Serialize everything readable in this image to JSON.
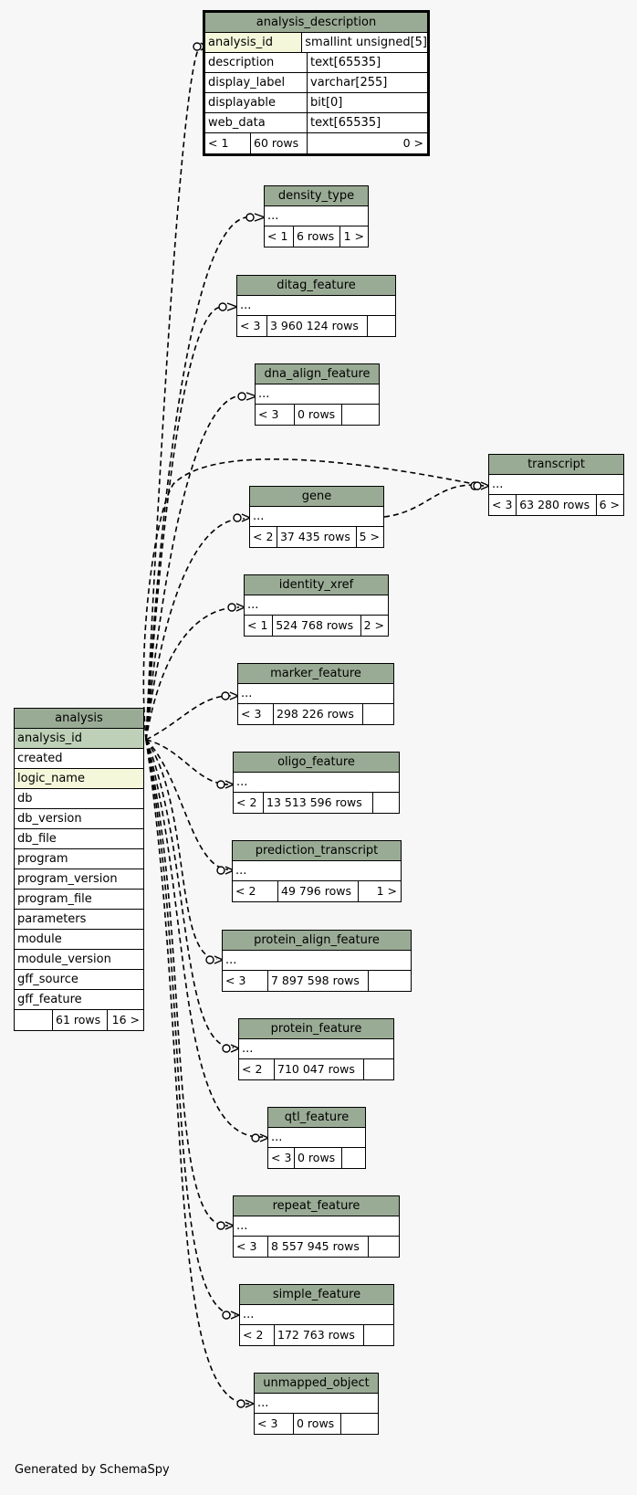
{
  "tables": {
    "analysis_description": {
      "name": "analysis_description",
      "columns": [
        {
          "name": "analysis_id",
          "type": "smallint unsigned[5]"
        },
        {
          "name": "description",
          "type": "text[65535]"
        },
        {
          "name": "display_label",
          "type": "varchar[255]"
        },
        {
          "name": "displayable",
          "type": "bit[0]"
        },
        {
          "name": "web_data",
          "type": "text[65535]"
        }
      ],
      "parents": "< 1",
      "rows": "60 rows",
      "children": "0 >"
    },
    "density_type": {
      "name": "density_type",
      "placeholder": "...",
      "parents": "< 1",
      "rows": "6 rows",
      "children": "1 >"
    },
    "ditag_feature": {
      "name": "ditag_feature",
      "placeholder": "...",
      "parents": "< 3",
      "rows": "3 960 124 rows",
      "children": ""
    },
    "dna_align_feature": {
      "name": "dna_align_feature",
      "placeholder": "...",
      "parents": "< 3",
      "rows": "0 rows",
      "children": ""
    },
    "transcript": {
      "name": "transcript",
      "placeholder": "...",
      "parents": "< 3",
      "rows": "63 280 rows",
      "children": "6 >"
    },
    "gene": {
      "name": "gene",
      "placeholder": "...",
      "parents": "< 2",
      "rows": "37 435 rows",
      "children": "5 >"
    },
    "identity_xref": {
      "name": "identity_xref",
      "placeholder": "...",
      "parents": "< 1",
      "rows": "524 768 rows",
      "children": "2 >"
    },
    "marker_feature": {
      "name": "marker_feature",
      "placeholder": "...",
      "parents": "< 3",
      "rows": "298 226 rows",
      "children": ""
    },
    "oligo_feature": {
      "name": "oligo_feature",
      "placeholder": "...",
      "parents": "< 2",
      "rows": "13 513 596 rows",
      "children": ""
    },
    "prediction_transcript": {
      "name": "prediction_transcript",
      "placeholder": "...",
      "parents": "< 2",
      "rows": "49 796 rows",
      "children": "1 >"
    },
    "protein_align_feature": {
      "name": "protein_align_feature",
      "placeholder": "...",
      "parents": "< 3",
      "rows": "7 897 598 rows",
      "children": ""
    },
    "protein_feature": {
      "name": "protein_feature",
      "placeholder": "...",
      "parents": "< 2",
      "rows": "710 047 rows",
      "children": ""
    },
    "qtl_feature": {
      "name": "qtl_feature",
      "placeholder": "...",
      "parents": "< 3",
      "rows": "0 rows",
      "children": ""
    },
    "repeat_feature": {
      "name": "repeat_feature",
      "placeholder": "...",
      "parents": "< 3",
      "rows": "8 557 945 rows",
      "children": ""
    },
    "simple_feature": {
      "name": "simple_feature",
      "placeholder": "...",
      "parents": "< 2",
      "rows": "172 763 rows",
      "children": ""
    },
    "unmapped_object": {
      "name": "unmapped_object",
      "placeholder": "...",
      "parents": "< 3",
      "rows": "0 rows",
      "children": ""
    },
    "analysis": {
      "name": "analysis",
      "columns": [
        "analysis_id",
        "created",
        "logic_name",
        "db",
        "db_version",
        "db_file",
        "program",
        "program_version",
        "program_file",
        "parameters",
        "module",
        "module_version",
        "gff_source",
        "gff_feature"
      ],
      "parents": "",
      "rows": "61 rows",
      "children": "16 >"
    }
  },
  "footer": "Generated by SchemaSpy",
  "colors": {
    "header": "#9aab95",
    "primary_key": "#bed1b8",
    "indexed": "#f4f7da",
    "background": "#f7f7f7"
  }
}
